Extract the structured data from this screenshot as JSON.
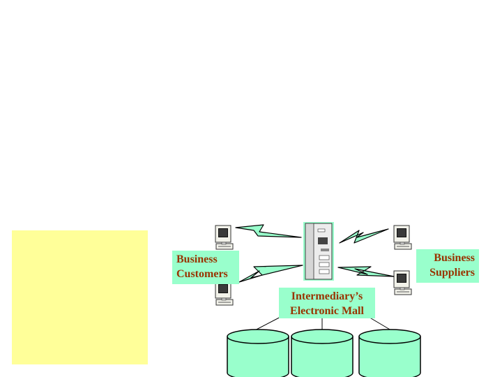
{
  "customers": {
    "line1": "Business",
    "line2": "Customers"
  },
  "suppliers": {
    "line1": "Business",
    "line2": "Suppliers"
  },
  "mall": {
    "line1": "Intermediary’s",
    "line2": "Electronic Mall"
  },
  "colors": {
    "accent": "#99ffcc",
    "label_text": "#993300",
    "panel": "#ffff99",
    "database": "#99ffcc"
  },
  "icons": [
    "computer-icon",
    "server-icon",
    "database-icon",
    "network-link-icon"
  ]
}
